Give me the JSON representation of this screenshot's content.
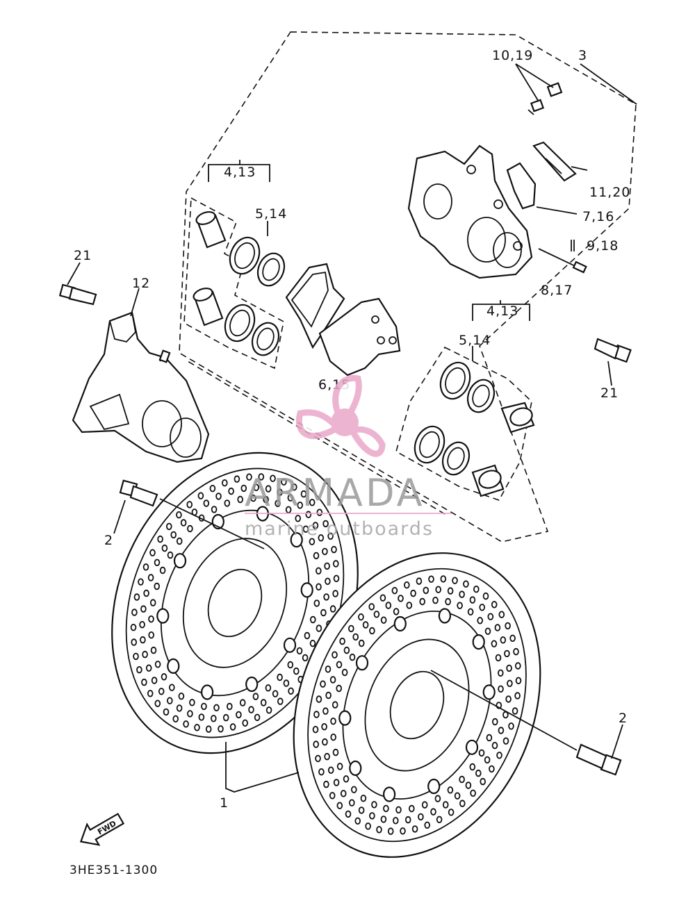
{
  "diagram_code": "3HE351-1300",
  "fwd_label": "FWD",
  "watermark": {
    "title": "ARMADA",
    "subtitle": "marine outboards",
    "accent_color": "#e9a8c8"
  },
  "callouts": {
    "c_10_19": "10,19",
    "c_3": "3",
    "c_4_13_left": "4,13",
    "c_5_14_left": "5,14",
    "c_11_20": "11,20",
    "c_7_16": "7,16",
    "c_9_18": "9,18",
    "c_8_17": "8,17",
    "c_21_left": "21",
    "c_12": "12",
    "c_4_13_right": "4,13",
    "c_5_14_right": "5,14",
    "c_6_15": "6,15",
    "c_21_right": "21",
    "c_2_left": "2",
    "c_2_right": "2",
    "c_1": "1"
  },
  "icons": [
    "brake-disc-icon",
    "caliper-icon",
    "piston-icon",
    "seal-icon",
    "brake-pad-icon",
    "bolt-icon",
    "fwd-arrow-icon"
  ]
}
